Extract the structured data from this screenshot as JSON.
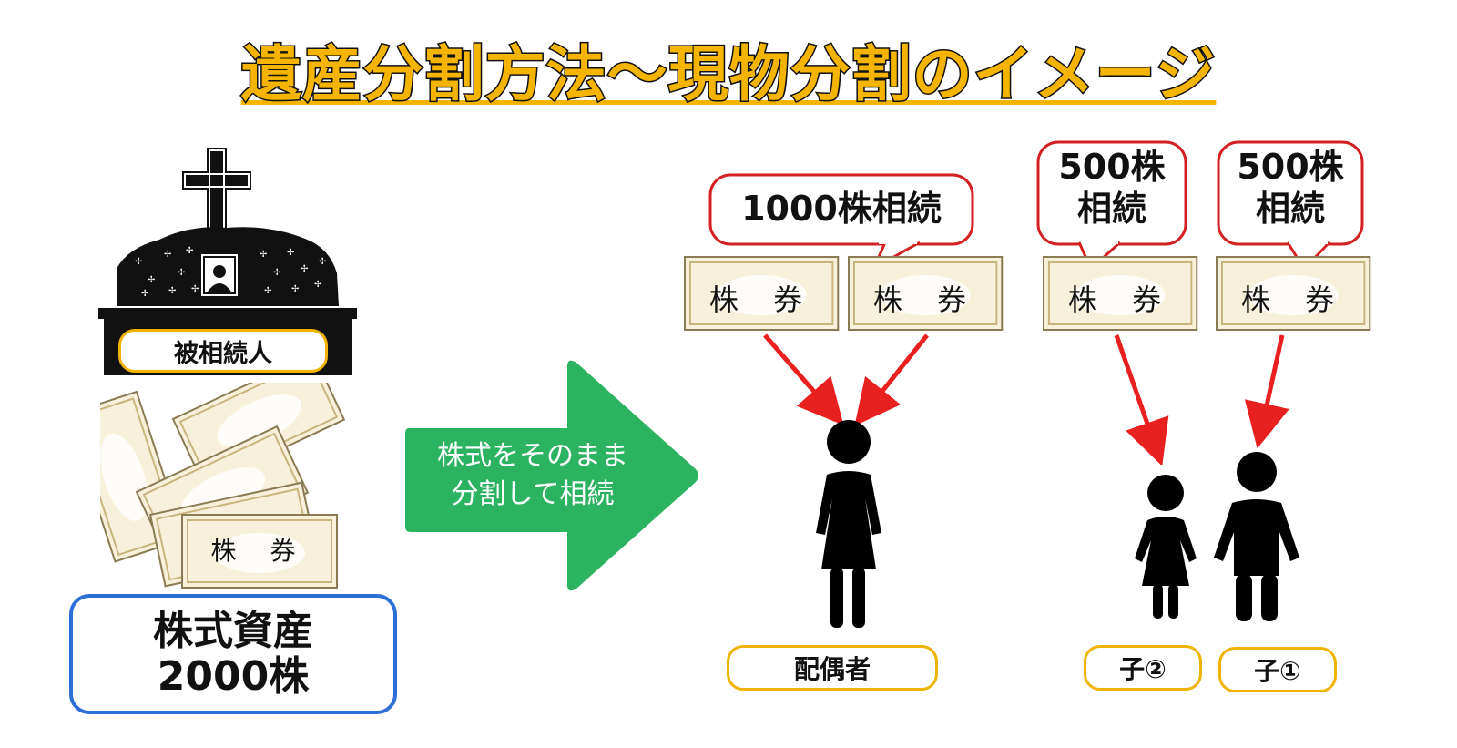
{
  "title": "遺産分割方法～現物分割のイメージ",
  "decedent_label": "被相続人",
  "asset_box": {
    "line1": "株式資産",
    "line2": "2000株"
  },
  "arrow_text": {
    "line1": "株式をそのまま",
    "line2": "分割して相続"
  },
  "certificate_text": "株 券",
  "bubbles": [
    {
      "text": "1000株相続"
    },
    {
      "line1": "500株",
      "line2": "相続"
    },
    {
      "line1": "500株",
      "line2": "相続"
    }
  ],
  "heirs": [
    {
      "label": "配偶者"
    },
    {
      "label": "子②"
    },
    {
      "label": "子①"
    }
  ],
  "colors": {
    "title": "#f5b400",
    "pill_border": "#f0b400",
    "asset_border": "#2e6fd6",
    "arrow": "#2bb35f",
    "bubble_border": "#d42020",
    "pointer": "#e8201f"
  }
}
